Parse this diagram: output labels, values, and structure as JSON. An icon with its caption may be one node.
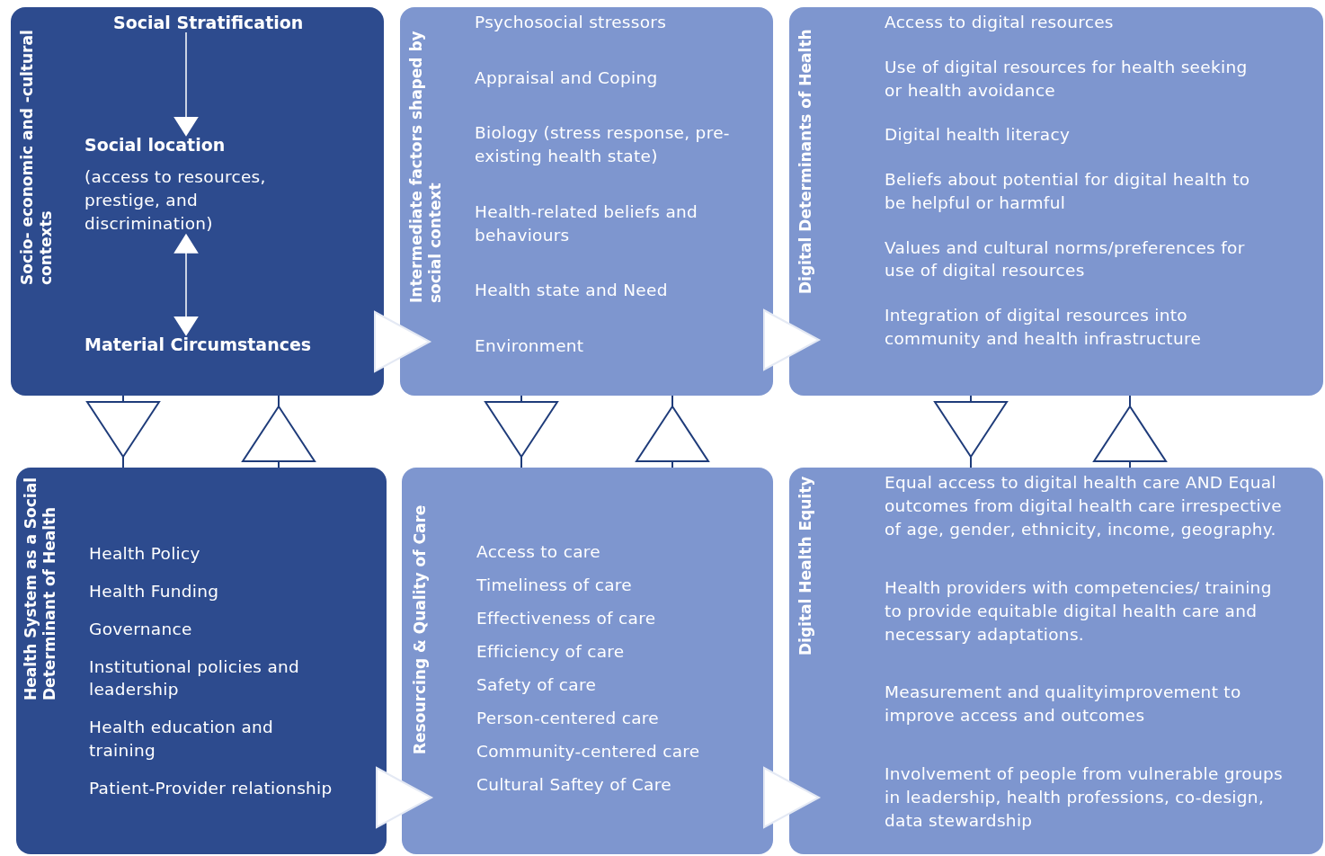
{
  "diagram": {
    "nodes": [
      {
        "text": [
          "Socio- economic and -cultural contexts"
        ]
      },
      {
        "text": [
          "Social Stratification"
        ],
        "in": 0
      },
      {
        "text": [
          "Social location",
          "(access to resources, prestige, and discrimination)"
        ],
        "in": 0
      },
      {
        "text": [
          "Material Circumstances"
        ],
        "in": 0
      },
      {
        "text": [
          "Intermediate factors shaped by social context",
          "Psychosocial stressors",
          "Appraisal and Coping",
          "Biology (stress response, pre-existing health state)",
          "Health-related beliefs and behaviours",
          "Health state and Need",
          "Environment"
        ]
      },
      {
        "text": [
          "Digital Determinants of Health",
          "Access to digital resources",
          "Use of digital resources for health seeking or health avoidance",
          "Digital health literacy",
          "Beliefs about potential for digital health to be helpful or harmful",
          "Values and cultural norms/preferences for use of digital resources",
          "Integration of digital resources into community and health infrastructure"
        ]
      },
      {
        "text": [
          "Health System as a Social Determinant of Health",
          "Health Policy",
          "Health Funding",
          "Governance",
          "Institutional policies and leadership",
          "Health education and training",
          "Patient-Provider relationship"
        ]
      },
      {
        "text": [
          "Resourcing & Quality of Care",
          "Access to care",
          "Timeliness of care",
          "Effectiveness of care",
          "Efficiency of care",
          "Safety of care",
          "Person-centered care",
          "Community-centered care",
          "Cultural Saftey of Care"
        ]
      },
      {
        "text": [
          "Digital Health Equity",
          "Equal access to digital health care AND Equal outcomes from digital health care irrespective of age, gender, ethnicity, income, geography.",
          "Health providers with competencies/ training to provide equitable digital health care and necessary adaptations.",
          "Measurement and qualityimprovement to improve access and outcomes",
          "Involvement of people from vulnerable groups in leadership, health professions, co-design, data stewardship"
        ]
      }
    ],
    "edges": [
      {
        "from": 1,
        "to": 2,
        "arrow": "to"
      },
      {
        "from": 2,
        "to": 3,
        "arrow": "both"
      },
      {
        "from": 0,
        "to": 4,
        "arrow": "to"
      },
      {
        "from": 4,
        "to": 5,
        "arrow": "to"
      },
      {
        "from": 0,
        "to": 6,
        "arrow": "to",
        "color": "#1f3c7a"
      },
      {
        "from": 6,
        "to": 0,
        "arrow": "to",
        "color": "#1f3c7a"
      },
      {
        "from": 4,
        "to": 7,
        "arrow": "to",
        "color": "#1f3c7a"
      },
      {
        "from": 7,
        "to": 4,
        "arrow": "to",
        "color": "#1f3c7a"
      },
      {
        "from": 5,
        "to": 8,
        "arrow": "to",
        "color": "#1f3c7a"
      },
      {
        "from": 8,
        "to": 5,
        "arrow": "to",
        "color": "#1f3c7a"
      },
      {
        "from": 6,
        "to": 7,
        "arrow": "to"
      },
      {
        "from": 7,
        "to": 8,
        "arrow": "to"
      }
    ]
  }
}
